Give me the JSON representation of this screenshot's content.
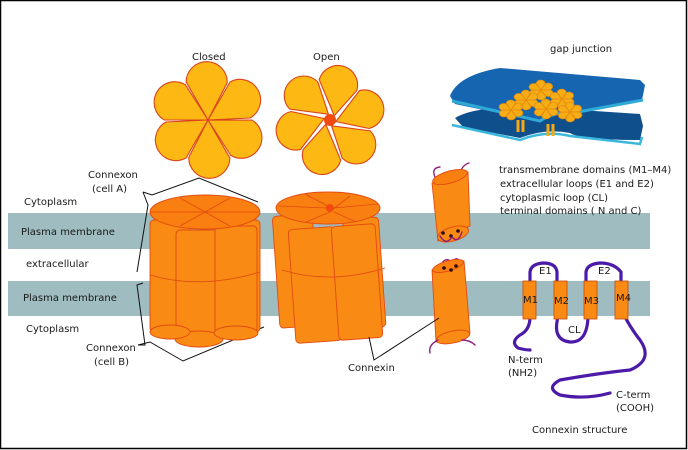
{
  "figure": {
    "title": "Gap junction and connexin structure",
    "colors": {
      "membrane": "#9fbcc0",
      "connexin_orange": "#f98a13",
      "petal_yellow": "#fdb813",
      "petal_outline": "#d9431c",
      "chain_purple": "#4b1aa8",
      "gap_junction_blue": "#1565b0",
      "gap_junction_light": "#2fa9d6"
    }
  },
  "top_views": {
    "closed_label": "Closed",
    "open_label": "Open"
  },
  "gap_junction": {
    "label": "gap junction"
  },
  "layers": {
    "cytoplasm_top": "Cytoplasm",
    "membrane_top": "Plasma membrane",
    "extracellular": "extracellular",
    "membrane_bottom": "Plasma membrane",
    "cytoplasm_bottom": "Cytoplasm"
  },
  "connexon": {
    "cell_a_line1": "Connexon",
    "cell_a_line2": "(cell A)",
    "cell_b_line1": "Connexon",
    "cell_b_line2": "(cell B)"
  },
  "connexin_label": "Connexin",
  "legend": {
    "items": [
      "transmembrane domains (M1–M4)",
      "extracellular loops (E1 and E2)",
      "cytoplasmic loop (CL)",
      "terminal domains ( N and C)"
    ]
  },
  "structure": {
    "domains": [
      "M1",
      "M2",
      "M3",
      "M4"
    ],
    "loops": [
      "E1",
      "E2"
    ],
    "cytoplasmic_loop": "CL",
    "n_term_line1": "N-term",
    "n_term_line2": "(NH2)",
    "c_term_line1": "C-term",
    "c_term_line2": "(COOH)",
    "caption": "Connexin structure"
  }
}
